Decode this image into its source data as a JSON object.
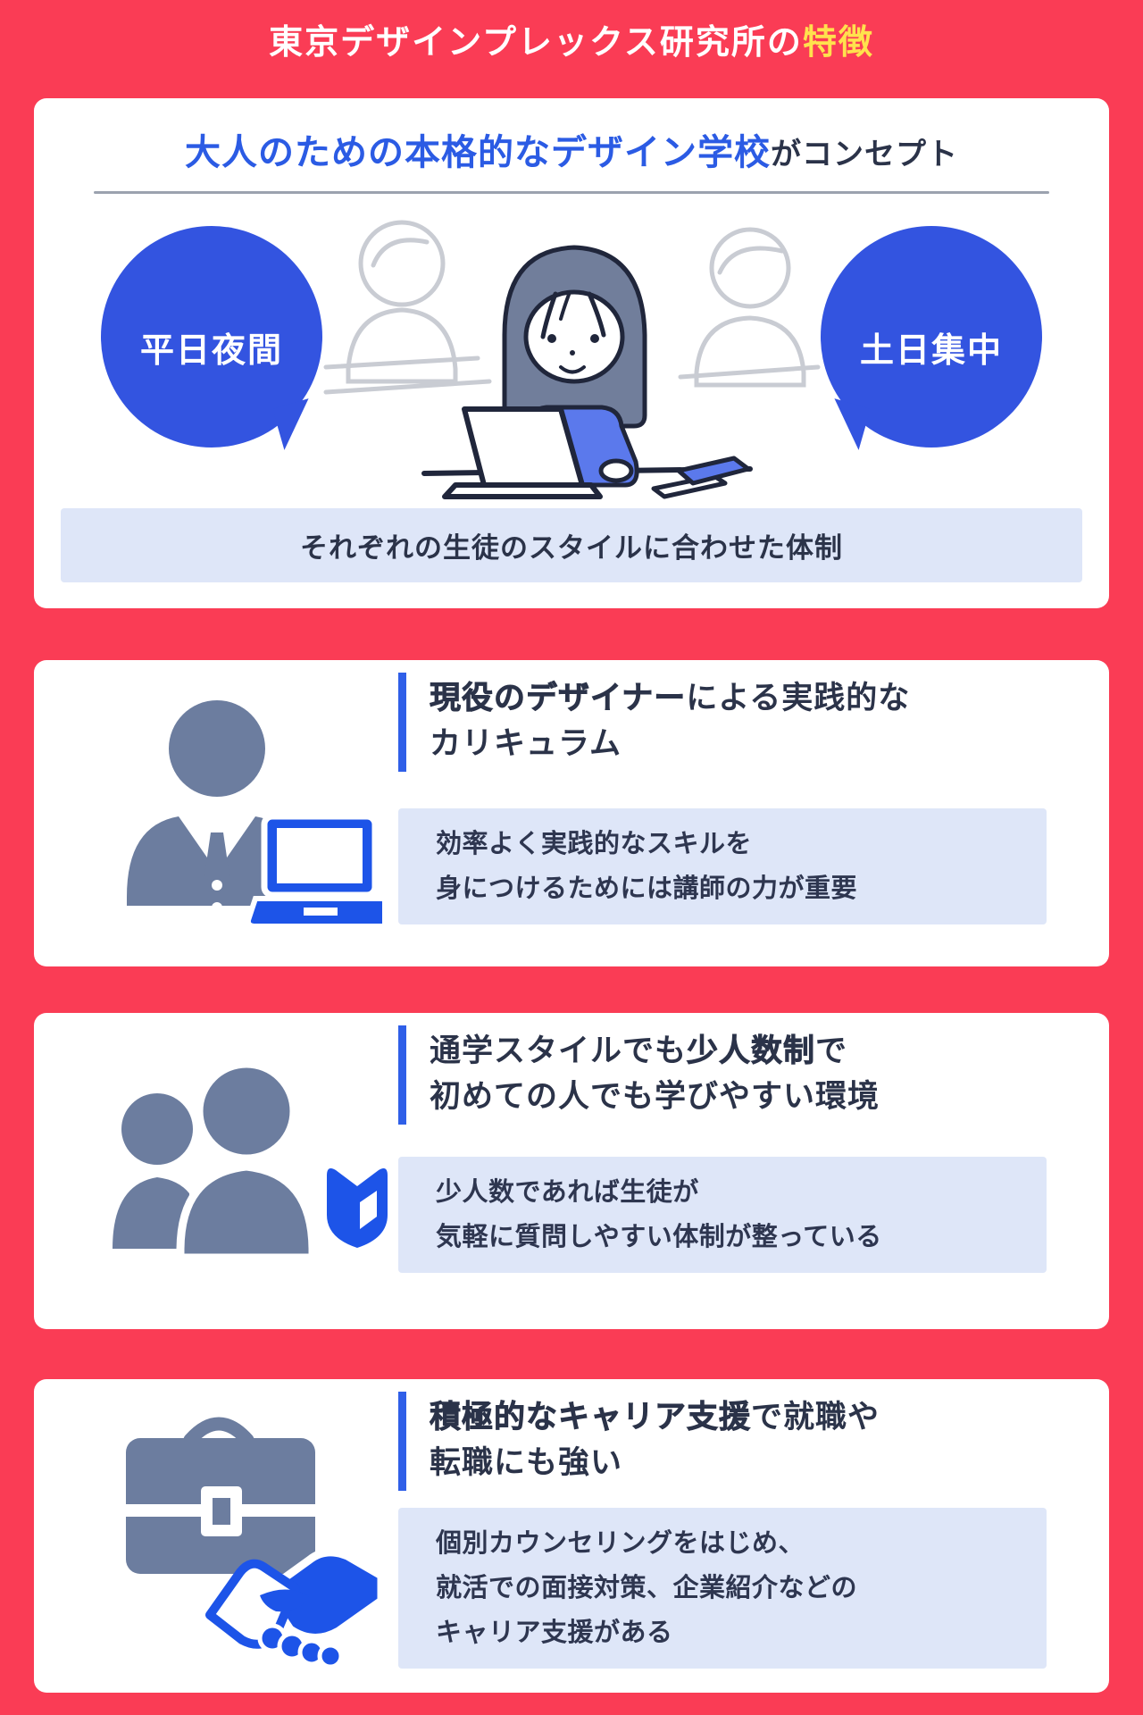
{
  "header": {
    "title_main": "東京デザインプレックス研究所の",
    "title_accent": "特徴"
  },
  "concept": {
    "heading_accent": "大人のための本格的なデザイン学校",
    "heading_rest": "がコンセプト",
    "bubble_left": "平日夜間",
    "bubble_right": "土日集中",
    "caption": "それぞれの生徒のスタイルに合わせた体制"
  },
  "features": [
    {
      "heading_bold": "現役のデザイナー",
      "heading_after": "による実践的な",
      "heading_line2": "カリキュラム",
      "body_line1": "効率よく実践的なスキルを",
      "body_line2": "身につけるためには講師の力が重要"
    },
    {
      "heading_before": "通学スタイルでも",
      "heading_bold": "少人数制",
      "heading_after": "で",
      "heading_line2": "初めての人でも学びやすい環境",
      "body_line1": "少人数であれば生徒が",
      "body_line2": "気軽に質問しやすい体制が整っている"
    },
    {
      "heading_bold": "積極的なキャリア支援",
      "heading_after": "で就職や",
      "heading_line2": "転職にも強い",
      "body_line1": "個別カウンセリングをはじめ、",
      "body_line2": "就活での面接対策、企業紹介などの",
      "body_line3": "キャリア支援がある"
    }
  ],
  "icons": {
    "card1_illustration": "students-classroom-illustration",
    "feature1": "designer-laptop-icon",
    "feature2": "group-beginner-mark-icon",
    "feature3": "briefcase-handshake-icon"
  },
  "colors": {
    "background_red": "#FA3C55",
    "accent_yellow": "#FFE14D",
    "accent_blue_text": "#2B5BE4",
    "bubble_blue": "#3354E0",
    "icon_blue": "#1D54E8",
    "icon_gray": "#6C7D9F",
    "light_blue_box": "#DEE6F8",
    "dark_text": "#2B3349",
    "card_white": "#FFFFFF"
  }
}
